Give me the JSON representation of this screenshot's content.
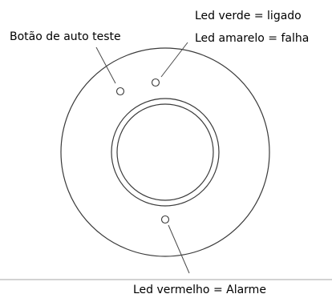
{
  "labels": {
    "self_test_button": "Botão de auto teste",
    "green_led": "Led verde = ligado",
    "yellow_led": "Led amarelo = falha",
    "red_led": "Led vermelho = Alarme"
  }
}
